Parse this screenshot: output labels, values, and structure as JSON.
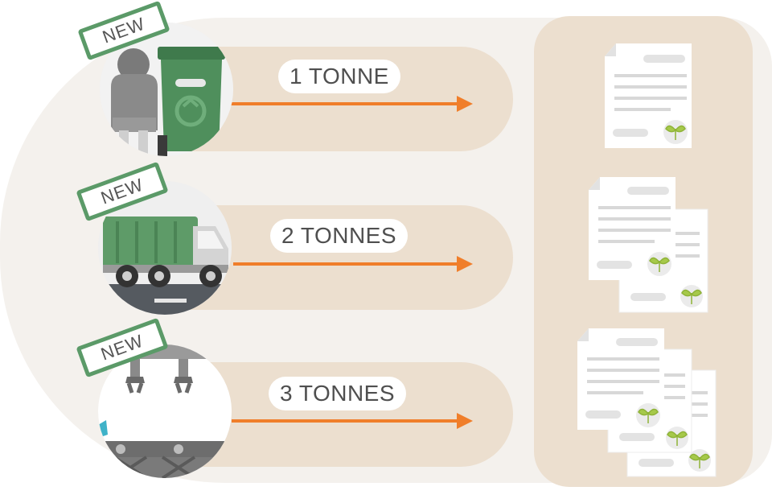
{
  "rows": [
    {
      "label": "1 TONNE",
      "badge": "NEW",
      "source": "wheelie-bin",
      "certificates": 1
    },
    {
      "label": "2 TONNES",
      "badge": "NEW",
      "source": "collection-truck",
      "certificates": 2
    },
    {
      "label": "3 TONNES",
      "badge": "NEW",
      "source": "sorting-facility",
      "certificates": 3
    }
  ],
  "colors": {
    "arrow": "#f07e2a",
    "band": "#f4f1ed",
    "pill": "#ecdfcf",
    "badge_border": "#5b9a68",
    "bin_green": "#4f8f5c",
    "truck_green": "#5e9b68",
    "leaf": "#a6c94a"
  },
  "icons": [
    "person-icon",
    "recycling-bin-icon",
    "truck-icon",
    "robot-arm-icon",
    "conveyor-icon",
    "certificate-icon",
    "leaf-icon",
    "arrow-right-icon"
  ]
}
